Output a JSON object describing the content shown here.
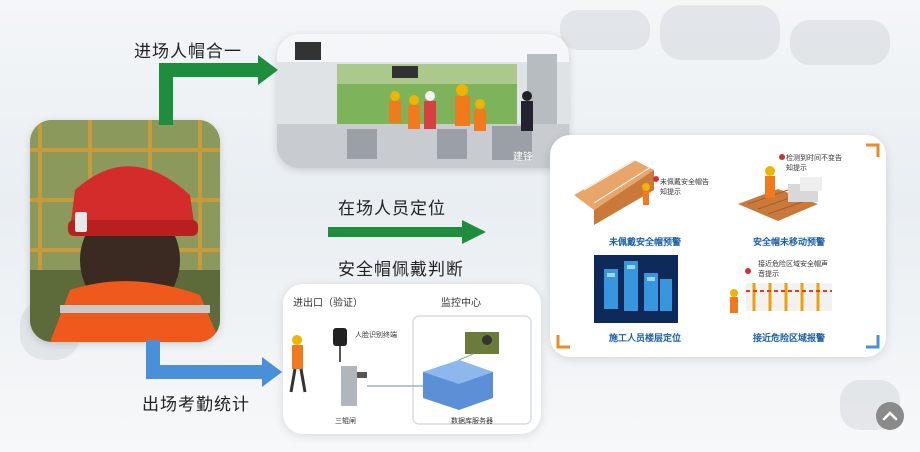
{
  "flow": {
    "entry_label": "进场人帽合一",
    "position_label": "在场人员定位",
    "helmet_label": "安全帽佩戴判断",
    "exit_label": "出场考勤统计"
  },
  "alerts": {
    "items": [
      {
        "caption": "未佩戴安全帽预警",
        "note": "未佩戴安全帽告知提示"
      },
      {
        "caption": "安全帽未移动预警",
        "note": "检测到时间不变告知提示"
      },
      {
        "caption": "施工人员楼层定位",
        "note": ""
      },
      {
        "caption": "接近危险区域报警",
        "note": "接近危险区域安全帽声音提示"
      }
    ]
  },
  "gate_diagram": {
    "entrance_title": "进出口（验证）",
    "monitor_title": "监控中心",
    "face_device": "人脸识别终端",
    "turnstile": "三辊闸",
    "server": "数据库服务器"
  },
  "colors": {
    "green_arrow": "#1e8e3e",
    "blue_arrow": "#4a90d9",
    "caption_blue": "#1d5fa8",
    "accent_orange": "#f08a24"
  },
  "watermark": "建锋"
}
